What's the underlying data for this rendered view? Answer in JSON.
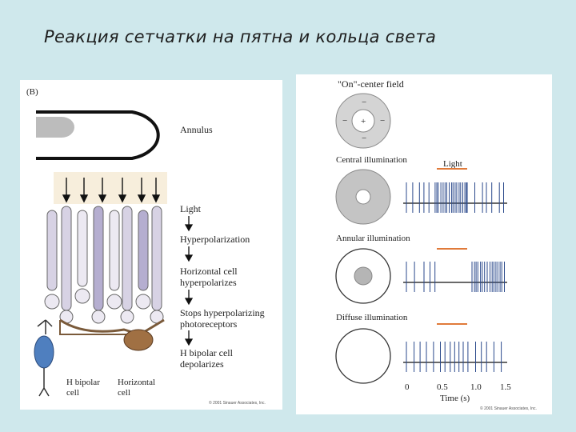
{
  "slide": {
    "title": "Реакция сетчатки на пятна и кольца света"
  },
  "left_figure": {
    "panel_letter": "(B)",
    "annulus": "Annulus",
    "light": "Light",
    "hyperpolarization": "Hyperpolarization",
    "horizontal_cell_line1": "Horizontal cell",
    "horizontal_cell_line2": "hyperpolarizes",
    "stops_line1": "Stops hyperpolarizing",
    "stops_line2": "photoreceptors",
    "bipolar_line1": "H bipolar cell",
    "bipolar_line2": "depolarizes",
    "h_bipolar_label1": "H bipolar",
    "h_bipolar_label2": "cell",
    "horizontal_label1": "Horizontal",
    "horizontal_label2": "cell",
    "copyright": "© 2001 Sinauer Associates, Inc."
  },
  "right_figure": {
    "field_title": "\"On\"-center field",
    "minus": "−",
    "plus": "+",
    "central": "Central illumination",
    "light": "Light",
    "annular": "Annular illumination",
    "diffuse": "Diffuse illumination",
    "ticks": [
      "0",
      "0.5",
      "1.0",
      "1.5"
    ],
    "xlabel": "Time (s)",
    "copyright": "© 2001 Sinauer Associates, Inc.",
    "colors": {
      "spike": "#2b4a8c",
      "light_bar": "#e07a3a",
      "gray": "#bdbdbd"
    }
  }
}
